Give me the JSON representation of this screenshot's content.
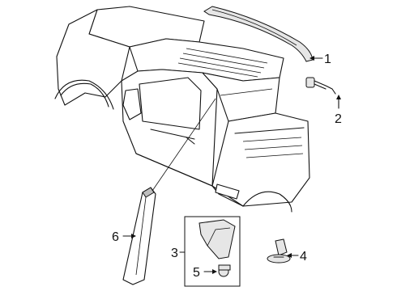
{
  "callouts": [
    {
      "number": "1",
      "part": "roof-molding"
    },
    {
      "number": "2",
      "part": "retainer-clip"
    },
    {
      "number": "3",
      "part": "bracket-kit"
    },
    {
      "number": "4",
      "part": "push-pin-fastener"
    },
    {
      "number": "5",
      "part": "clip"
    },
    {
      "number": "6",
      "part": "pillar-applique"
    }
  ],
  "colors": {
    "line": "#111111",
    "fill": "#ffffff",
    "shade": "#e6e6e6"
  }
}
